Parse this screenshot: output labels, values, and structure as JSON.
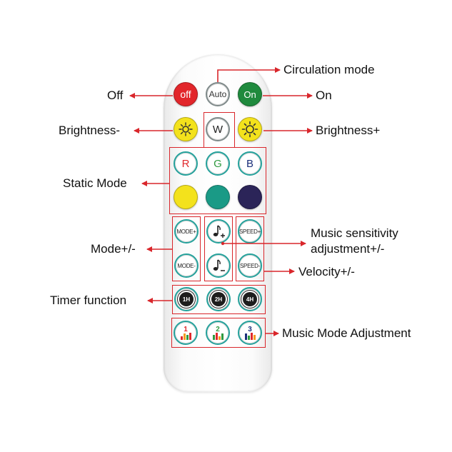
{
  "callouts": {
    "circulation_mode": "Circulation mode",
    "off": "Off",
    "on": "On",
    "brightness_minus": "Brightness-",
    "brightness_plus": "Brightness+",
    "static_mode": "Static Mode",
    "music_sensitivity_line1": "Music sensitivity",
    "music_sensitivity_line2": "adjustment+/-",
    "mode_plus_minus": "Mode+/-",
    "velocity": "Velocity+/-",
    "timer_function": "Timer function",
    "music_mode_adjustment": "Music Mode Adjustment"
  },
  "buttons": {
    "off": "off",
    "auto": "Auto",
    "on": "On",
    "white": "W",
    "red": "R",
    "green": "G",
    "blue": "B",
    "mode_plus": "MODE+",
    "mode_minus": "MODE-",
    "speed_plus": "SPEED+",
    "speed_minus": "SPEED-",
    "timer_1h": "1H",
    "timer_2h": "2H",
    "timer_4h": "4H",
    "music_1": "1",
    "music_2": "2",
    "music_3": "3"
  },
  "icons": {
    "sun": "sun-icon",
    "note_plus": "music-note-plus-icon",
    "note_minus": "music-note-minus-icon",
    "timer": "timer-icon",
    "music_bars": "equalizer-bars-icon"
  },
  "colors": {
    "annotation": "#d9262b",
    "off_button": "#e2262b",
    "on_button": "#1f8a3d",
    "brightness_button": "#f3e21c",
    "yellow_button": "#f3e21c",
    "teal_button": "#1a9a86",
    "indigo_button": "#2b2458",
    "ring_accent": "#24a19b"
  }
}
